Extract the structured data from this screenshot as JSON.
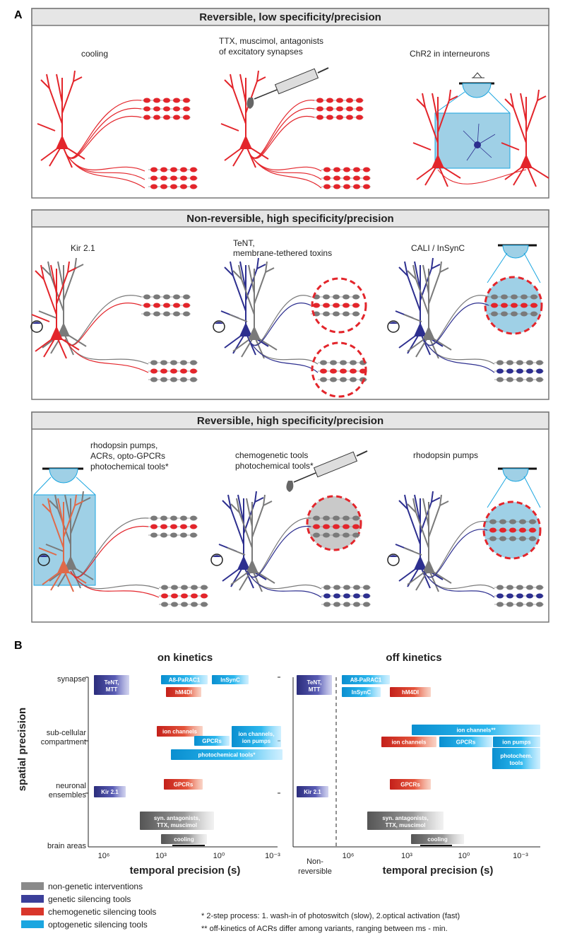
{
  "figure": {
    "panelA_label": "A",
    "panelB_label": "B"
  },
  "panelA": {
    "boxes": [
      {
        "title": "Reversible, low specificity/precision",
        "labels": [
          "cooling",
          "TTX, muscimol, antagonists",
          "of excitatory synapses",
          "ChR2 in interneurons"
        ]
      },
      {
        "title": "Non-reversible, high specificity/precision",
        "labels": [
          "Kir 2.1",
          "TeNT,",
          "membrane-tethered toxins",
          "CALI / InSynC"
        ]
      },
      {
        "title": "Reversible, high specificity/precision",
        "labels": [
          "rhodopsin pumps,",
          "ACRs, opto-GPCRs",
          "photochemical tools*",
          "chemogenetic tools",
          "photochemical tools*",
          "rhodopsin pumps"
        ]
      }
    ]
  },
  "panelB": {
    "on_title": "on kinetics",
    "off_title": "off kinetics",
    "ylabel": "spatial precision",
    "xlabel": "temporal precision (s)",
    "y_categories": [
      "synapse",
      "sub-cellular",
      "compartment",
      "neuronal",
      "ensembles",
      "brain areas"
    ],
    "x_ticks": [
      "10⁶",
      "10³",
      "10⁰",
      "10⁻³"
    ],
    "non_reversible": [
      "Non-",
      "reversible"
    ],
    "on_bars": [
      {
        "label": "TeNT,",
        "label2": "MTT",
        "category": "genetic"
      },
      {
        "label": "A8-PaRAC1",
        "category": "optogenetic"
      },
      {
        "label": "InSynC",
        "category": "optogenetic"
      },
      {
        "label": "hM4DI",
        "category": "chemogenetic"
      },
      {
        "label": "ion channels",
        "category": "chemogenetic"
      },
      {
        "label": "GPCRs",
        "category": "optogenetic"
      },
      {
        "label": "ion channels,",
        "label2": "ion pumps",
        "category": "optogenetic"
      },
      {
        "label": "photochemical tools*",
        "category": "optogenetic"
      },
      {
        "label": "Kir 2.1",
        "category": "genetic"
      },
      {
        "label": "GPCRs",
        "category": "chemogenetic"
      },
      {
        "label": "syn. antagonists,",
        "label2": "TTX, muscimol",
        "category": "non-genetic"
      },
      {
        "label": "cooling",
        "category": "non-genetic"
      }
    ],
    "off_bars": [
      {
        "label": "TeNT,",
        "label2": "MTT",
        "category": "genetic"
      },
      {
        "label": "A8-PaRAC1",
        "category": "optogenetic"
      },
      {
        "label": "InSynC",
        "category": "optogenetic"
      },
      {
        "label": "hM4DI",
        "category": "chemogenetic"
      },
      {
        "label": "ion channels**",
        "category": "optogenetic"
      },
      {
        "label": "ion channels",
        "category": "chemogenetic"
      },
      {
        "label": "GPCRs",
        "category": "optogenetic"
      },
      {
        "label": "ion pumps",
        "category": "optogenetic"
      },
      {
        "label": "photochem.",
        "label2": "tools",
        "category": "optogenetic"
      },
      {
        "label": "Kir 2.1",
        "category": "genetic"
      },
      {
        "label": "GPCRs",
        "category": "chemogenetic"
      },
      {
        "label": "syn. antagonists,",
        "label2": "TTX, muscimol",
        "category": "non-genetic"
      },
      {
        "label": "cooling",
        "category": "non-genetic"
      }
    ],
    "legend": [
      {
        "label": "non-genetic interventions",
        "color": "#8a8a8a"
      },
      {
        "label": "genetic silencing tools",
        "color": "#3b3f9a"
      },
      {
        "label": "chemogenetic silencing tools",
        "color": "#d9362b"
      },
      {
        "label": "optogenetic silencing tools",
        "color": "#1ba6e0"
      }
    ],
    "notes": [
      "* 2-step process: 1. wash-in of photoswitch (slow), 2.optical activation (fast)",
      "** off-kinetics of ACRs differ among variants, ranging between ms - min."
    ]
  },
  "colors": {
    "red": "#e3252b",
    "blue": "#2d2f8f",
    "gray": "#7a7a7a",
    "light_blue": "#9fd0e6",
    "title_bar": "#e6e6e6"
  }
}
